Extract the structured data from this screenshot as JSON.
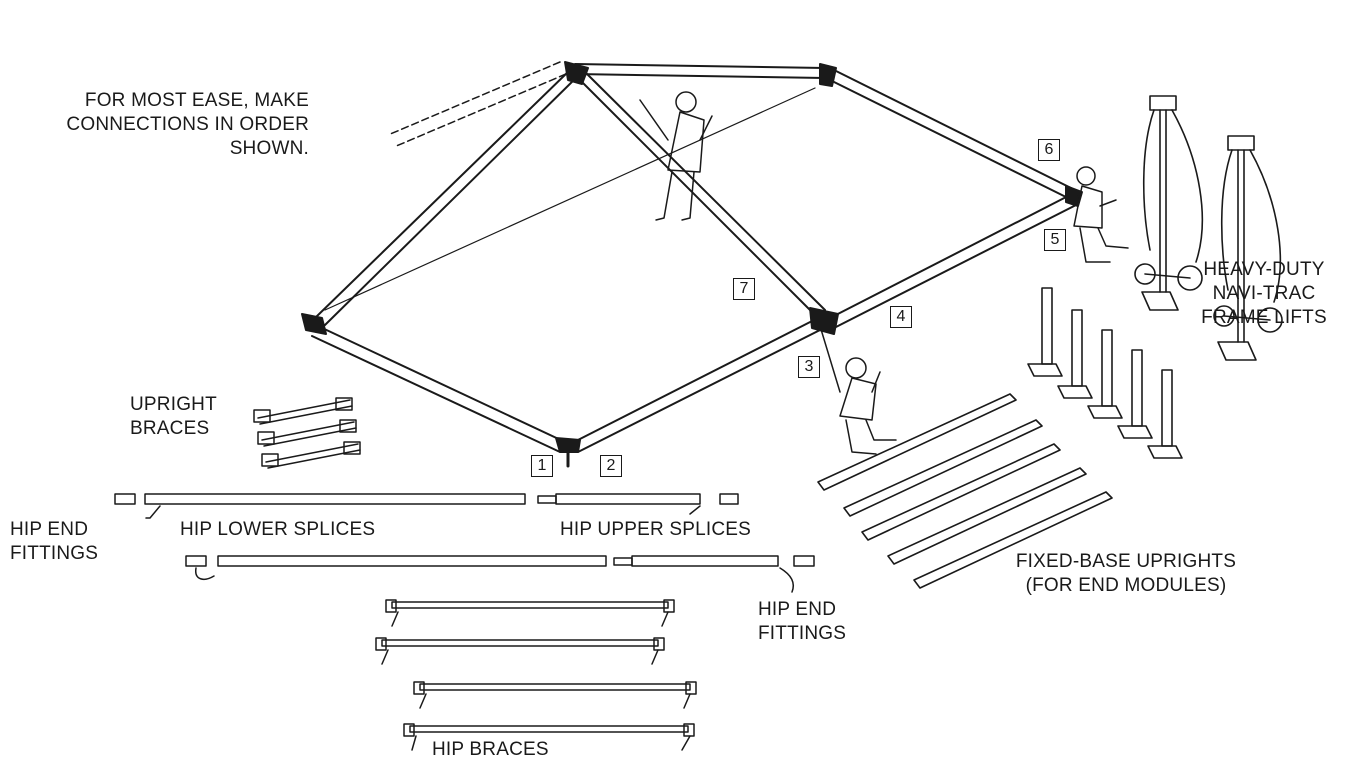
{
  "instruction": [
    "FOR MOST EASE, MAKE",
    "CONNECTIONS IN ORDER",
    "SHOWN."
  ],
  "step_numbers": [
    "1",
    "2",
    "3",
    "4",
    "5",
    "6",
    "7"
  ],
  "labels": {
    "upright_braces": [
      "UPRIGHT",
      "BRACES"
    ],
    "hip_end_fittings_left": [
      "HIP END",
      "FITTINGS"
    ],
    "hip_lower_splices": "HIP LOWER SPLICES",
    "hip_upper_splices": "HIP UPPER SPLICES",
    "hip_end_fittings_right": [
      "HIP END",
      "FITTINGS"
    ],
    "hip_braces": "HIP BRACES",
    "frame_lifts": [
      "HEAVY-DUTY",
      "NAVI-TRAC",
      "FRAME LIFTS"
    ],
    "fixed_base_uprights": [
      "FIXED-BASE UPRIGHTS",
      "(FOR END MODULES)"
    ]
  },
  "colors": {
    "ink": "#1a1a1a",
    "paper": "#ffffff"
  }
}
